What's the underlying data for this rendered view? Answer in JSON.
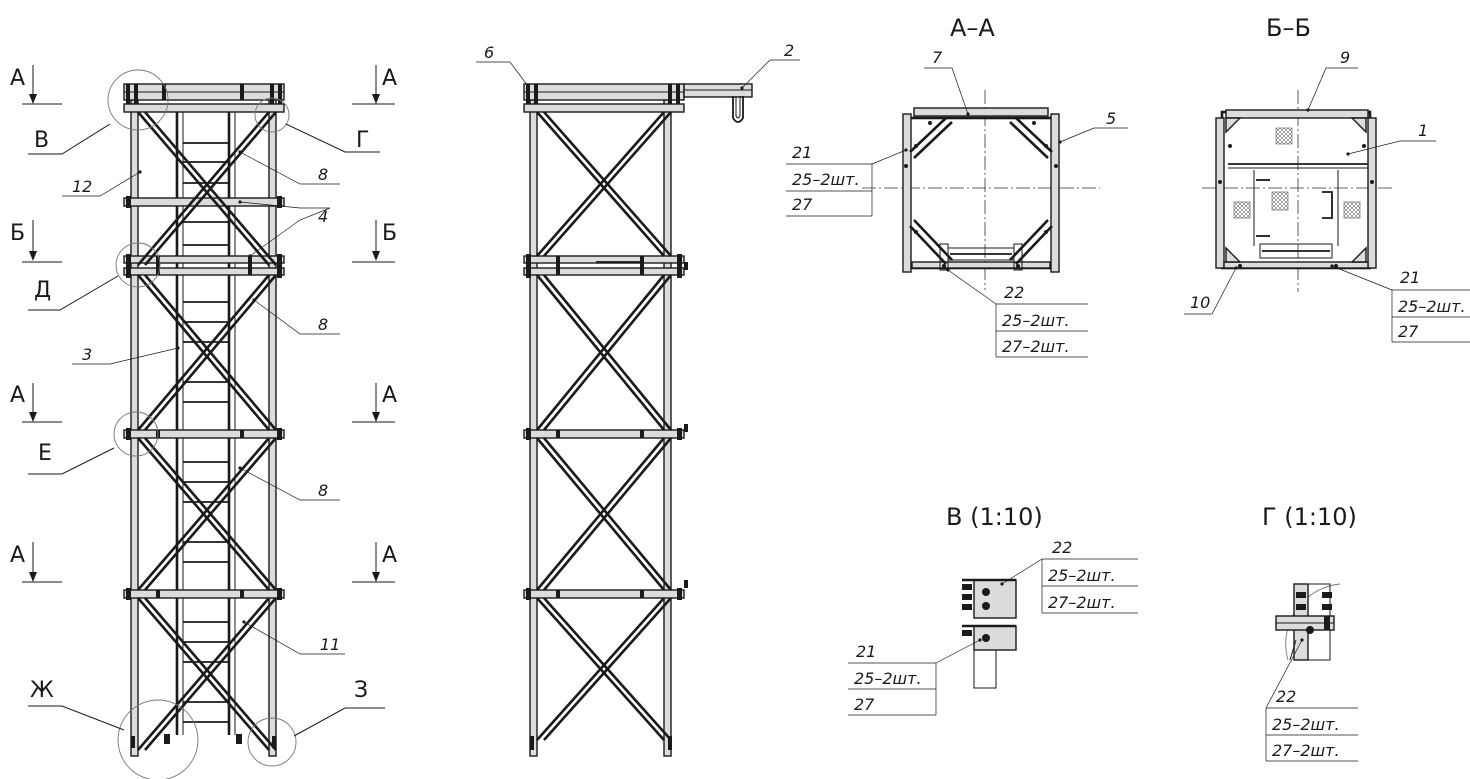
{
  "sections": {
    "aa_title": "А–А",
    "bb_title": "Б–Б",
    "v_detail": "В (1:10)",
    "g_detail": "Г (1:10)"
  },
  "markers": {
    "a": "А",
    "b": "Б",
    "v": "В",
    "g": "Г",
    "d": "Д",
    "e": "Е",
    "zh": "Ж",
    "z": "З"
  },
  "positions": {
    "p1": "1",
    "p2": "2",
    "p3": "3",
    "p4": "4",
    "p5": "5",
    "p6": "6",
    "p7": "7",
    "p8": "8",
    "p9": "9",
    "p10": "10",
    "p11": "11",
    "p12": "12",
    "p21": "21",
    "p22": "22"
  },
  "fasteners": {
    "q25_2": "25–2шт.",
    "q25_2_cut": "25–2шт.",
    "q27": "27",
    "q27_2": "27–2шт."
  }
}
